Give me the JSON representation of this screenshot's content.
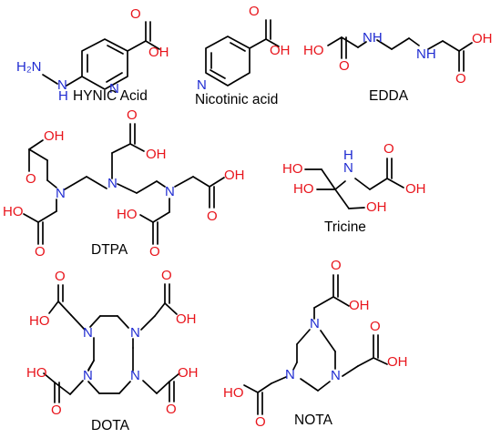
{
  "colors": {
    "bond": "#000000",
    "oxygen": "#e8141b",
    "nitrogen": "#1f2bd1",
    "caption": "#000000"
  },
  "atoms": {
    "OH": "OH",
    "HO": "HO",
    "O": "O",
    "N": "N",
    "NH": "NH",
    "H": "H",
    "H2N": "H₂N"
  },
  "molecules": [
    {
      "id": "hynic",
      "name": "HYNIC Acid"
    },
    {
      "id": "nicotinic",
      "name": "Nicotinic acid"
    },
    {
      "id": "edda",
      "name": "EDDA"
    },
    {
      "id": "dtpa",
      "name": "DTPA"
    },
    {
      "id": "tricine",
      "name": "Tricine"
    },
    {
      "id": "dota",
      "name": "DOTA"
    },
    {
      "id": "nota",
      "name": "NOTA"
    }
  ]
}
